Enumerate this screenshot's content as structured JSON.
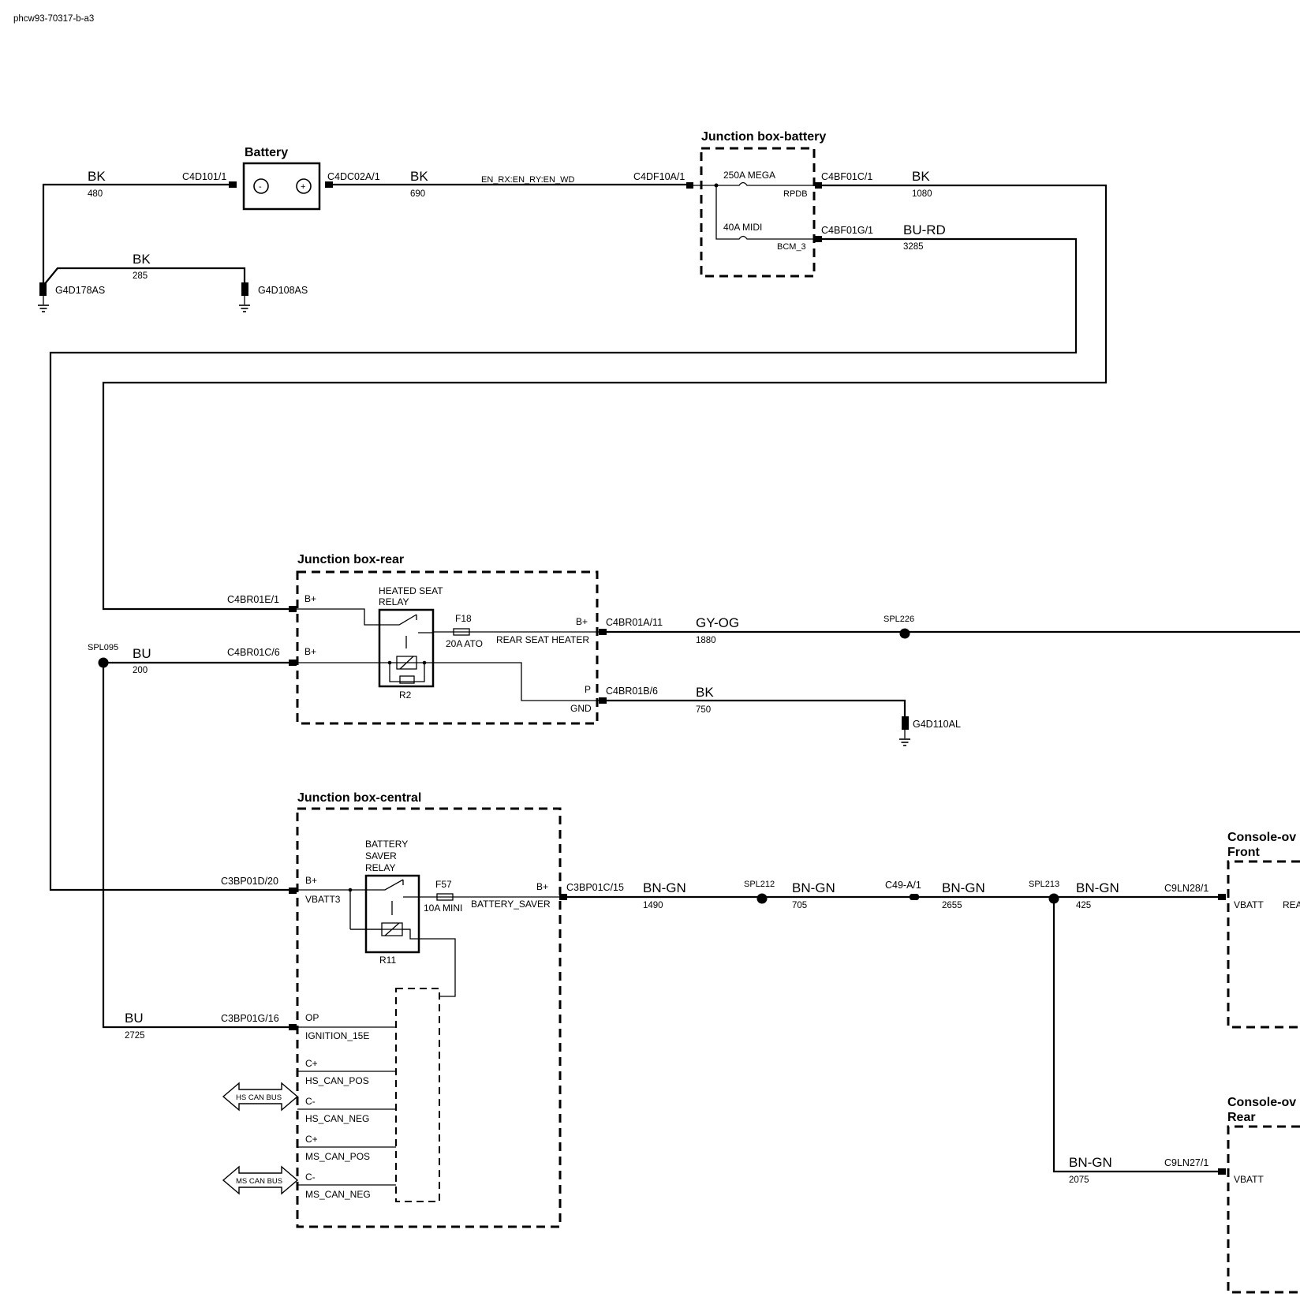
{
  "document_id": "phcw93-70317-b-a3",
  "components": {
    "battery": {
      "title": "Battery",
      "neg": "-",
      "pos": "+"
    },
    "jb_battery": {
      "title": "Junction box-battery",
      "fuse1": "250A MEGA",
      "fuse1_sub": "RPDB",
      "fuse2": "40A MIDI",
      "fuse2_sub": "BCM_3"
    },
    "jb_rear": {
      "title": "Junction box-rear",
      "relay": "HEATED SEAT",
      "relay2": "RELAY",
      "relay_id": "R2",
      "fuse": "F18",
      "fuse_rating": "20A  ATO",
      "out_label": "REAR SEAT HEATER",
      "pin_bplus1": "B+",
      "pin_bplus2": "B+",
      "pin_bplus_out": "B+",
      "pin_p": "P",
      "pin_gnd": "GND"
    },
    "jb_central": {
      "title": "Junction box-central",
      "relay": "BATTERY",
      "relay2": "SAVER",
      "relay3": "RELAY",
      "relay_id": "R11",
      "fuse": "F57",
      "fuse_rating": "10A MINI",
      "out_label": "BATTERY_SAVER",
      "pin_bplus_out": "B+",
      "pin_bplus": "B+",
      "vbatt": "VBATT3",
      "op": "OP",
      "ign": "IGNITION_15E",
      "cplus1": "C+",
      "hs_pos": "HS_CAN_POS",
      "cminus1": "C-",
      "hs_neg": "HS_CAN_NEG",
      "cplus2": "C+",
      "ms_pos": "MS_CAN_POS",
      "cminus2": "C-",
      "ms_neg": "MS_CAN_NEG"
    },
    "console_front": {
      "title1": "Console-ov",
      "title2": "Front",
      "pin": "VBATT",
      "pin2": "REA"
    },
    "console_rear": {
      "title1": "Console-ov",
      "title2": "Rear",
      "pin": "VBATT"
    },
    "hs_can": "HS CAN BUS",
    "ms_can": "MS CAN BUS"
  },
  "connectors": {
    "c1": "C4D101/1",
    "c2": "C4DC02A/1",
    "c3": "C4DF10A/1",
    "c4": "C4BF01C/1",
    "c5": "C4BF01G/1",
    "c6": "C4BR01E/1",
    "c7": "C4BR01C/6",
    "c8": "C4BR01A/11",
    "c9": "C4BR01B/6",
    "c10": "C3BP01D/20",
    "c11": "C3BP01C/15",
    "c12": "C49-A/1",
    "c13": "C9LN28/1",
    "c14": "C3BP01G/16",
    "c15": "C9LN27/1"
  },
  "grounds": {
    "g1": "G4D178AS",
    "g2": "G4D108AS",
    "g3": "G4D110AL"
  },
  "splices": {
    "s1": "SPL095",
    "s2": "SPL226",
    "s3": "SPL212",
    "s4": "SPL213"
  },
  "signal": "EN_RX:EN_RY:EN_WD",
  "wires": {
    "w480": {
      "color": "BK",
      "num": "480"
    },
    "w690": {
      "color": "BK",
      "num": "690"
    },
    "w1080": {
      "color": "BK",
      "num": "1080"
    },
    "w3285": {
      "color": "BU-RD",
      "num": "3285"
    },
    "w285": {
      "color": "BK",
      "num": "285"
    },
    "w200": {
      "color": "BU",
      "num": "200"
    },
    "w1880": {
      "color": "GY-OG",
      "num": "1880"
    },
    "w750": {
      "color": "BK",
      "num": "750"
    },
    "w1490": {
      "color": "BN-GN",
      "num": "1490"
    },
    "w705": {
      "color": "BN-GN",
      "num": "705"
    },
    "w2655": {
      "color": "BN-GN",
      "num": "2655"
    },
    "w425": {
      "color": "BN-GN",
      "num": "425"
    },
    "w2725": {
      "color": "BU",
      "num": "2725"
    },
    "w2075": {
      "color": "BN-GN",
      "num": "2075"
    }
  }
}
